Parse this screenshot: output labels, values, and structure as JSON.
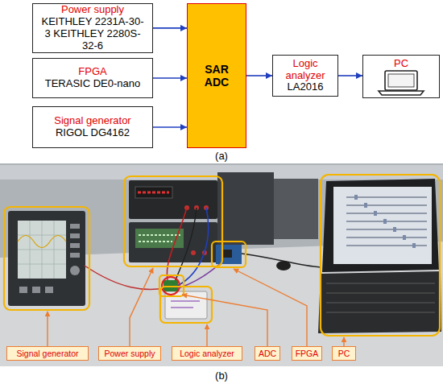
{
  "diagram": {
    "nodes": [
      {
        "text": [
          "Power supply",
          "KEITHLEY 2231A-30-3 KEITHLEY 2280S-32-6"
        ]
      },
      {
        "text": [
          "FPGA",
          "TERASIC DE0-nano"
        ]
      },
      {
        "text": [
          "Signal generator",
          "RIGOL DG4162"
        ]
      },
      {
        "text": [
          "SAR ADC"
        ]
      },
      {
        "text": [
          "Logic analyzer",
          "LA2016"
        ]
      },
      {
        "text": [
          "PC"
        ]
      },
      {
        "text": [
          "Signal generator"
        ]
      },
      {
        "text": [
          "Power supply"
        ]
      },
      {
        "text": [
          "Logic analyzer"
        ]
      },
      {
        "text": [
          "ADC"
        ]
      },
      {
        "text": [
          "FPGA"
        ]
      },
      {
        "text": [
          "PC"
        ]
      }
    ],
    "edges": [
      {
        "from": 0,
        "to": 3,
        "arrow": "to"
      },
      {
        "from": 1,
        "to": 3,
        "arrow": "to"
      },
      {
        "from": 2,
        "to": 3,
        "arrow": "to"
      },
      {
        "from": 3,
        "to": 4,
        "arrow": "to"
      },
      {
        "from": 4,
        "to": 5,
        "arrow": "to"
      }
    ],
    "labels": [
      "(a)",
      "(b)"
    ]
  }
}
